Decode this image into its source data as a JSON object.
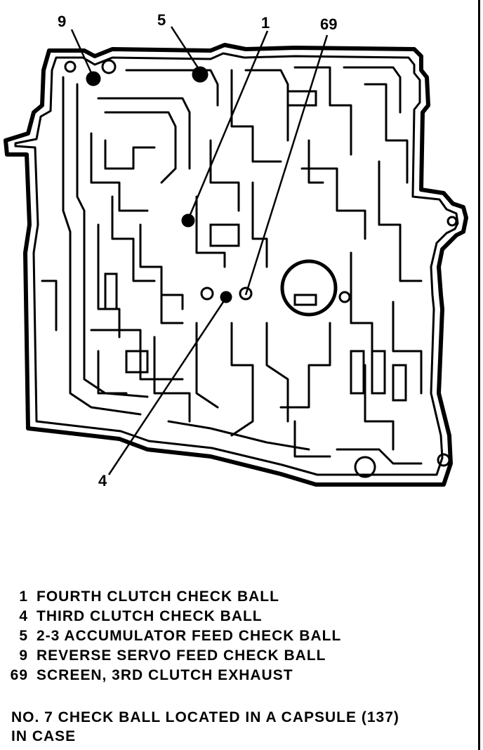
{
  "callouts": [
    {
      "id": "9",
      "label": "9"
    },
    {
      "id": "5",
      "label": "5"
    },
    {
      "id": "1",
      "label": "1"
    },
    {
      "id": "69",
      "label": "69"
    },
    {
      "id": "4",
      "label": "4"
    }
  ],
  "legend": [
    {
      "num": "1",
      "desc": "FOURTH CLUTCH CHECK BALL"
    },
    {
      "num": "4",
      "desc": "THIRD CLUTCH CHECK BALL"
    },
    {
      "num": "5",
      "desc": "2-3 ACCUMULATOR FEED CHECK BALL"
    },
    {
      "num": "9",
      "desc": "REVERSE SERVO FEED CHECK BALL"
    },
    {
      "num": "69",
      "desc": "SCREEN, 3RD CLUTCH EXHAUST"
    }
  ],
  "note": {
    "line1": "NO. 7 CHECK BALL LOCATED IN A CAPSULE (137)",
    "line2": "IN CASE"
  },
  "colors": {
    "ink": "#000000",
    "paper": "#ffffff"
  }
}
